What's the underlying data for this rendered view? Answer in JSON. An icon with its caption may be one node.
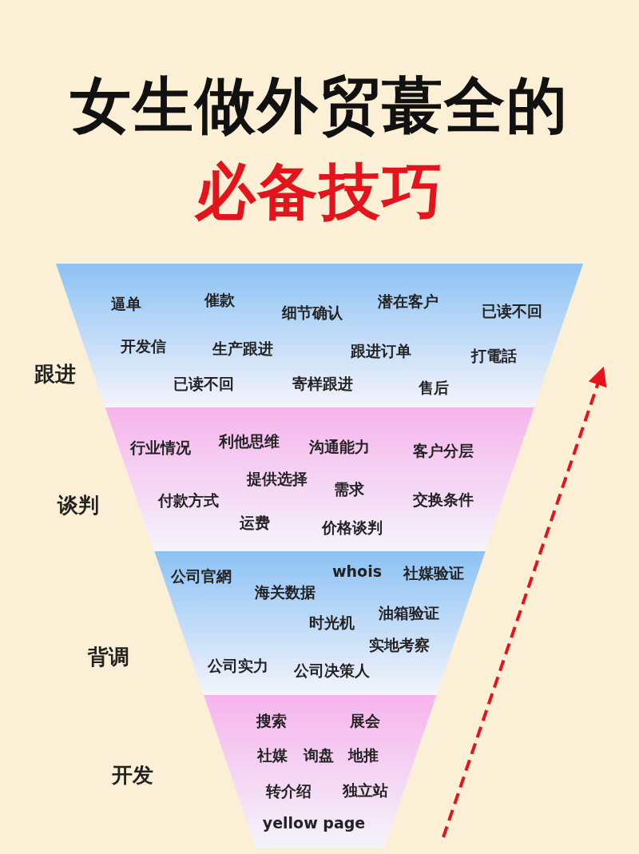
{
  "diagram": {
    "title": "女生做外贸蕞全的必备技巧",
    "nodes": [
      {
        "text": [
          "跟进",
          "逼单",
          "催款",
          "细节确认",
          "潜在客户",
          "已读不回",
          "开发信",
          "生产跟进",
          "跟进订单",
          "打電話",
          "已读不回",
          "寄样跟进",
          "售后"
        ]
      },
      {
        "text": [
          "谈判",
          "行业情况",
          "利他思维",
          "沟通能力",
          "客户分层",
          "提供选择",
          "需求",
          "付款方式",
          "交换条件",
          "运费",
          "价格谈判"
        ]
      },
      {
        "text": [
          "背调",
          "公司官網",
          "whois",
          "社媒验证",
          "海关数据",
          "时光机",
          "油箱验证",
          "实地考察",
          "公司实力",
          "公司决策人"
        ]
      },
      {
        "text": [
          "开发",
          "搜索",
          "展会",
          "社媒",
          "询盘",
          "地推",
          "转介绍",
          "独立站",
          "yellow page"
        ]
      }
    ]
  }
}
